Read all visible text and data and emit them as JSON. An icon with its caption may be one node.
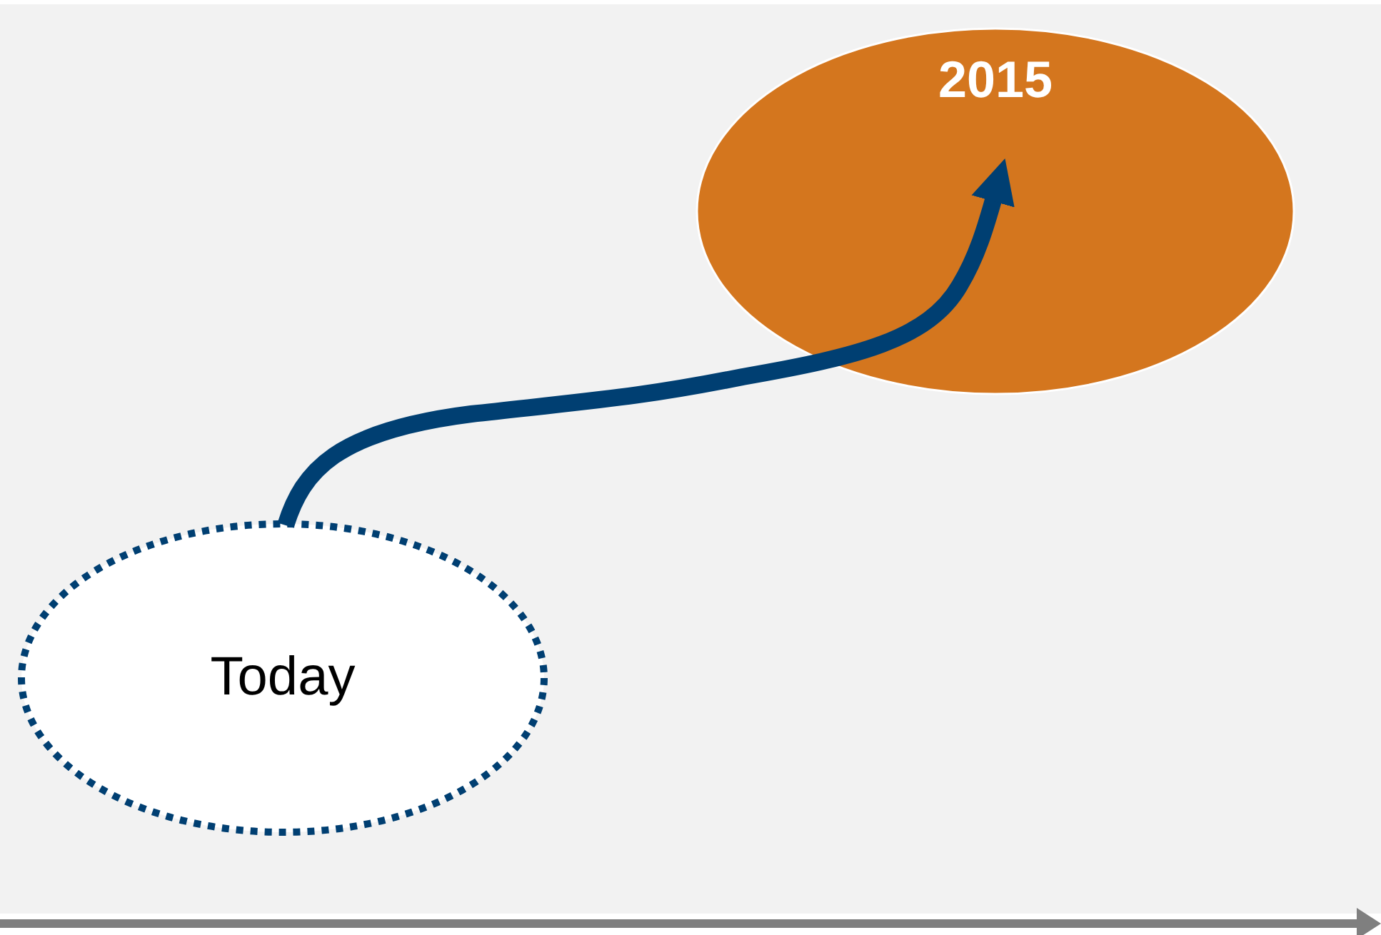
{
  "diagram": {
    "nodes": [
      {
        "text": [
          "Today"
        ]
      },
      {
        "text": [
          "2015"
        ]
      }
    ],
    "edges": [
      {
        "from": 0,
        "to": 1,
        "arrow": "to"
      }
    ]
  }
}
